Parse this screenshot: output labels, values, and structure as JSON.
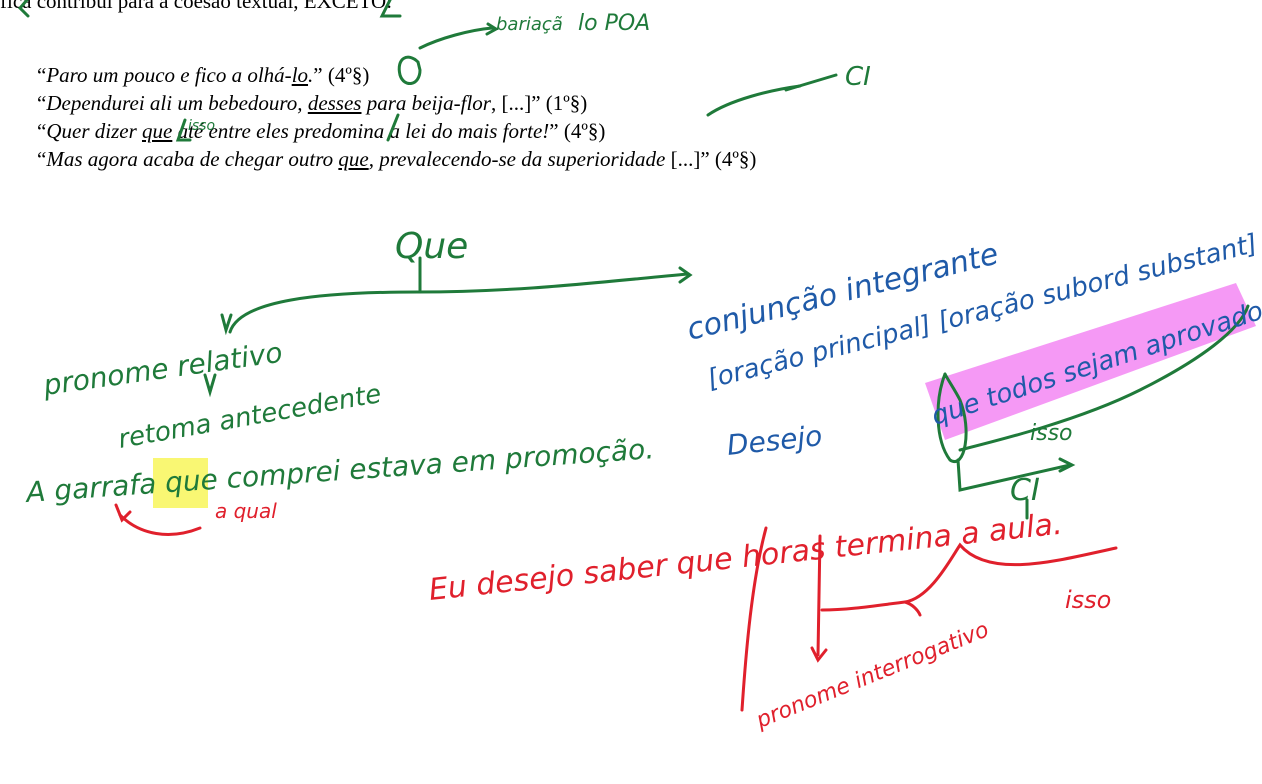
{
  "header_fragment": "fica contribui para a coesão textual, EXCETO:",
  "quotes": [
    {
      "open": "“",
      "pre": "Paro um pouco e fico a olhá-",
      "mark": "lo",
      "post": ".",
      "close": "” (4º§)"
    },
    {
      "open": "“",
      "pre": "Dependurei ali um bebedouro, ",
      "mark": "desses",
      "post": " para beija-flor",
      "close": ", [...]” (1º§)"
    },
    {
      "open": "“",
      "pre": "Quer dizer ",
      "mark": "que",
      "post": " até entre eles predomina a lei do mais forte!",
      "close": "” (4º§)"
    },
    {
      "open": "“",
      "pre": "Mas agora acaba de chegar outro ",
      "mark": "que",
      "post": ", prevalecendo-se da superioridade",
      "close": " [...]” (4º§)"
    }
  ],
  "annotations": {
    "top_arrow_note": "lo POA",
    "top_arrow_word": "bariaçã",
    "ci_top": "CI",
    "isso_above": "isso",
    "que_heading": "Que",
    "left_branch": "pronome relativo",
    "retoma": "retoma antecedente",
    "example_relative": "A garrafa que comprei estava em promoção.",
    "a_qual": "a qual",
    "right_branch": "conjunção integrante",
    "bracket_line": "[oração principal] [oração subord substant]",
    "desejo": "Desejo",
    "sublinha": "que todos sejam aprovados.",
    "isso_right": "isso",
    "ci_right": "CI",
    "example_interrog": "Eu desejo saber que horas termina a aula.",
    "isso_bottom": "isso",
    "pronome_interrog": "pronome interrogativo"
  },
  "colors": {
    "green_ink": "#1f7a3a",
    "red_ink": "#e0202c",
    "yellow_highlight": "#f4f000",
    "magenta_highlight": "#ee55ee"
  }
}
